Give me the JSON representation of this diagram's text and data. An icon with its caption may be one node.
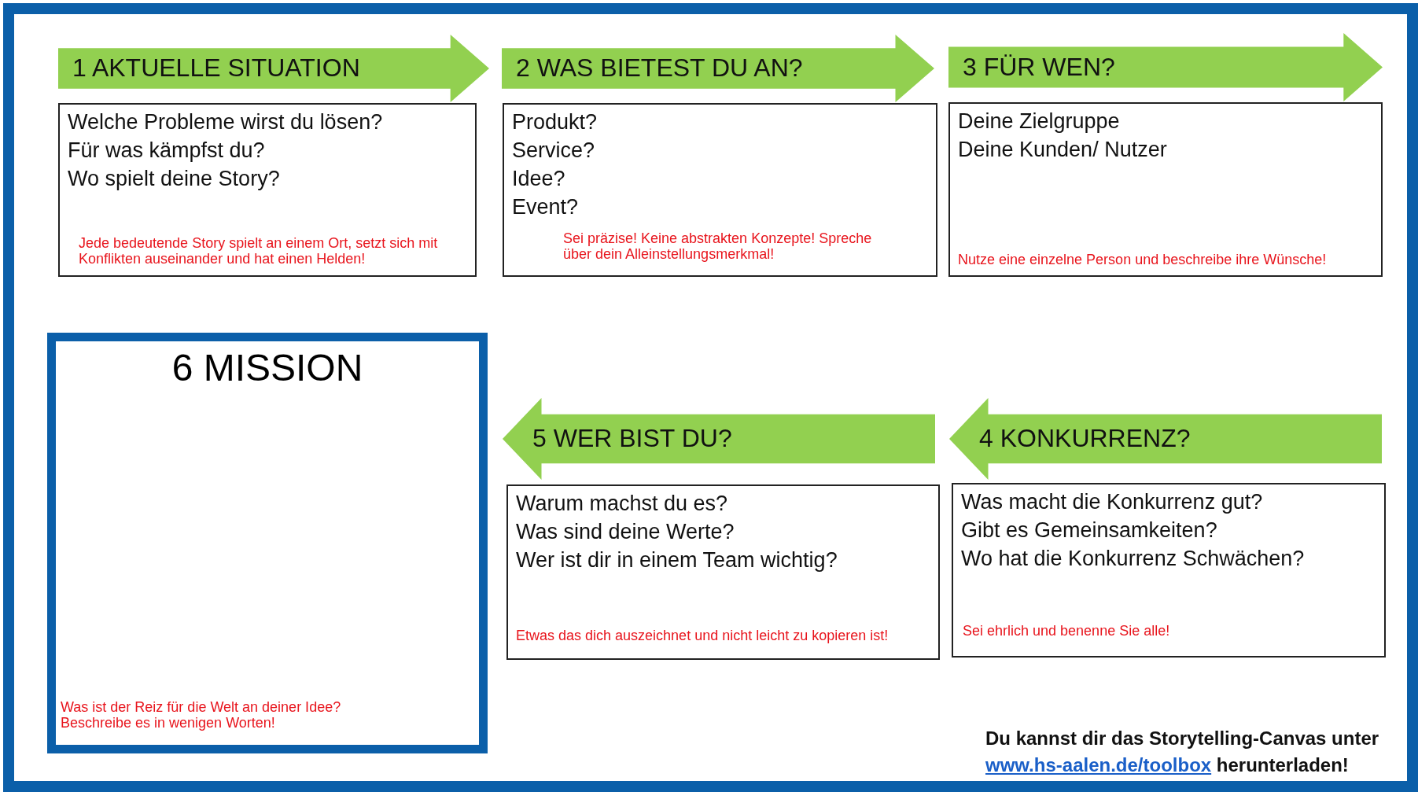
{
  "diagram": {
    "nodes": [
      {
        "text": [
          "1  AKTUELLE SITUATION"
        ]
      },
      {
        "text": [
          "Welche Probleme wirst du lösen?",
          "Für was kämpfst du?",
          "Wo spielt deine Story?",
          "Jede bedeutende Story spielt an einem Ort, setzt sich mit Konflikten auseinander und hat einen Helden!"
        ]
      },
      {
        "text": [
          "2  WAS BIETEST DU AN?"
        ]
      },
      {
        "text": [
          "Produkt?",
          "Service?",
          "Idee?",
          "Event?",
          "Sei präzise! Keine abstrakten Konzepte! Spreche über dein Alleinstellungsmerkmal!"
        ]
      },
      {
        "text": [
          "3  FÜR WEN?"
        ]
      },
      {
        "text": [
          "Deine Zielgruppe",
          "Deine Kunden/ Nutzer",
          "Nutze eine einzelne Person und beschreibe ihre Wünsche!"
        ]
      },
      {
        "text": [
          "6 MISSION",
          "Was ist der Reiz für die Welt an deiner Idee? Beschreibe es in wenigen Worten!"
        ]
      },
      {
        "text": [
          "5 WER BIST DU?"
        ]
      },
      {
        "text": [
          "Warum machst du es?",
          "Was sind deine Werte?",
          "Wer ist dir in einem Team wichtig?",
          "Etwas das dich auszeichnet und nicht leicht zu kopieren ist!"
        ]
      },
      {
        "text": [
          "4 KONKURRENZ?"
        ]
      },
      {
        "text": [
          "Was macht die Konkurrenz gut?",
          "Gibt es Gemeinsamkeiten?",
          "Wo hat die Konkurrenz Schwächen?",
          "Sei ehrlich und benenne Sie alle!"
        ]
      }
    ],
    "labels": [
      "Du kannst dir das Storytelling-Canvas unter",
      "www.hs-aalen.de/toolbox",
      "herunterladen!"
    ]
  }
}
